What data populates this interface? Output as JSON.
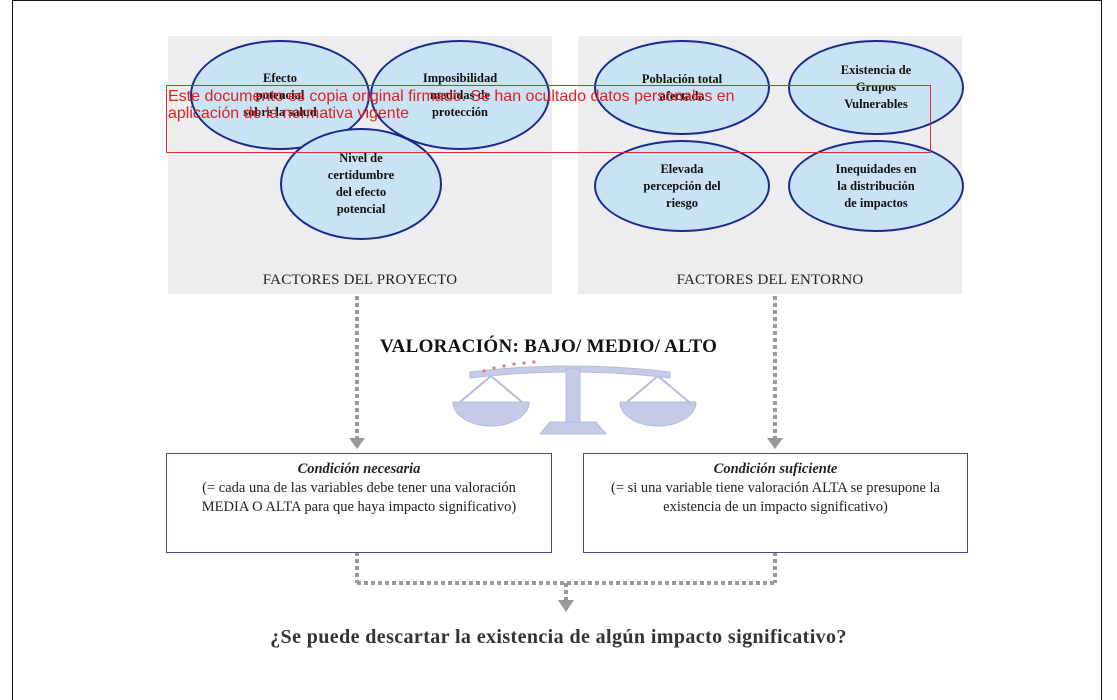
{
  "project_factors": {
    "caption": "FACTORES DEL PROYECTO",
    "items": [
      "Efecto\npotencial\nsobre la salud",
      "Imposibilidad\nmedidas de\nprotección",
      "Nivel de\ncertidumbre\ndel efecto\npotencial"
    ]
  },
  "environment_factors": {
    "caption": "FACTORES DEL ENTORNO",
    "items": [
      "Población total\nafectada",
      "Existencia de\nGrupos\nVulnerables",
      "Elevada\npercepción del\nriesgo",
      "Inequidades en\nla distribución\nde impactos"
    ]
  },
  "valoracion": "VALORACIÓN: BAJO/ MEDIO/ ALTO",
  "conditions": {
    "necessary": {
      "title": "Condición necesaria",
      "body": "(= cada una de las variables debe tener una valoración MEDIA O ALTA para que haya impacto significativo)"
    },
    "sufficient": {
      "title": "Condición suficiente",
      "body": "(= si una variable tiene valoración ALTA se presupone la existencia de un impacto significativo)"
    }
  },
  "question": "¿Se puede descartar la existencia de algún impacto significativo?",
  "watermark": {
    "line1": "Este documento es copia original firmado. Se han ocultado datos personales en",
    "line2": "aplicación de la normativa vigente"
  },
  "colors": {
    "ellipse_fill": "#c9e3f5",
    "ellipse_border": "#1a2a8c",
    "panel_bg": "#ededf0",
    "watermark": "#e02020"
  }
}
